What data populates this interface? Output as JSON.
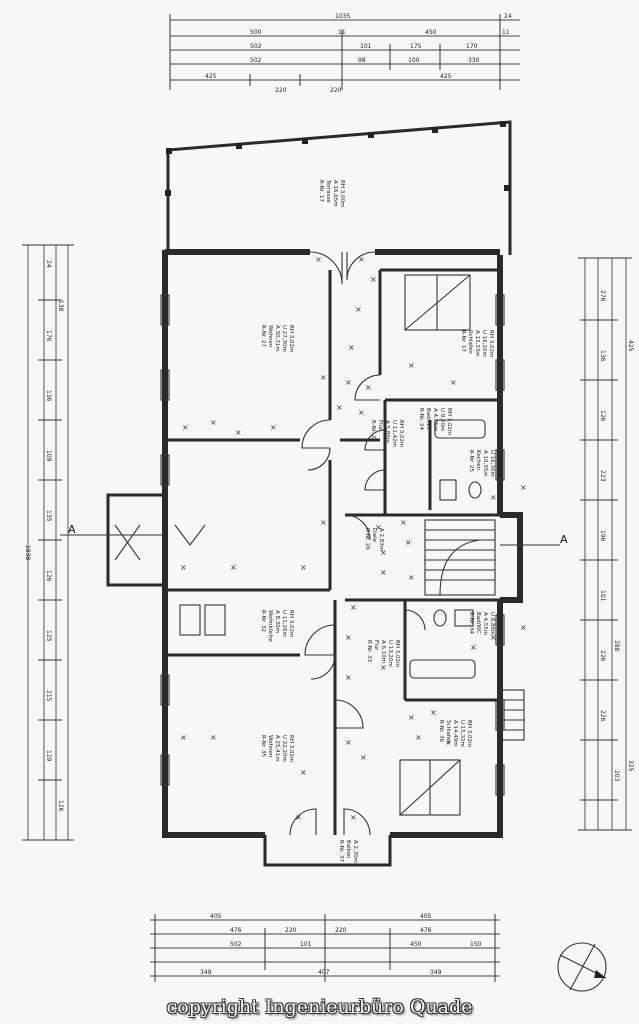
{
  "copyright": "copyright Ingenieurbüro Quade",
  "section_marker_left": "A",
  "section_marker_right": "A",
  "top_dimensions": {
    "row1": [
      "1035",
      "24"
    ],
    "row2": [
      "500",
      "11",
      "450",
      "11"
    ],
    "row3": [
      "502",
      "101",
      "175",
      "170"
    ],
    "row4": [
      "502",
      "98",
      "100",
      "330"
    ],
    "row5": [
      "425",
      "220",
      "220",
      "425"
    ]
  },
  "bottom_dimensions": {
    "row1": [
      "405",
      "405"
    ],
    "row2": [
      "476",
      "220",
      "220",
      "476"
    ],
    "row3": [
      "502",
      "101",
      "450",
      "150"
    ],
    "row4": [
      "349",
      "407",
      "349"
    ]
  },
  "left_dimensions": [
    "1838",
    "24",
    "176",
    "136",
    "109",
    "135",
    "126",
    "125",
    "215",
    "129",
    "138",
    "126"
  ],
  "right_dimensions": [
    "425",
    "276",
    "136",
    "126",
    "223",
    "196",
    "101",
    "288",
    "226",
    "226",
    "203",
    "325"
  ],
  "rooms": [
    {
      "id": "terrace",
      "lines": [
        "R-Nr. 17",
        "Terrasse",
        "A 16,65m",
        "RH 3,00m"
      ]
    },
    {
      "id": "wohnen",
      "lines": [
        "R-Nr. 27",
        "Wohnen",
        "A 30,31m",
        "U 27,30m",
        "RH 3,02m"
      ]
    },
    {
      "id": "schlafen-ne",
      "lines": [
        "R-Nr. 17",
        "Schlafen",
        "A 13,33m",
        "U 16,20m",
        "RH 3,02m"
      ]
    },
    {
      "id": "flur-top",
      "lines": [
        "R-Nr. 23",
        "Flur",
        "A 5,80m",
        "U 11,42m",
        "RH 3,02m"
      ]
    },
    {
      "id": "bad-top",
      "lines": [
        "R-Nr. 24",
        "Bad/WC",
        "A 4,65m",
        "U 9,20m",
        "RH 3,02m"
      ]
    },
    {
      "id": "kochen",
      "lines": [
        "R-Nr. 25",
        "Kochen",
        "A 10,35m",
        "U 16,30m",
        "RH 3,02m"
      ]
    },
    {
      "id": "diele",
      "lines": [
        "R-Nr. 26",
        "Diele",
        "A 2,83m"
      ]
    },
    {
      "id": "wohnkuche",
      "lines": [
        "R-Nr. 32",
        "Wohnküche",
        "A 8,30m",
        "U 11,26m",
        "RH 3,02m"
      ]
    },
    {
      "id": "flur-bottom",
      "lines": [
        "R-Nr. 33",
        "Flur",
        "A 6,10m",
        "U 13,20m",
        "RH 3,02m"
      ]
    },
    {
      "id": "bad-bottom",
      "lines": [
        "R-Nr. 34",
        "Bad/WC",
        "A 4,55m",
        "U 8,86m",
        "RH 3,02m"
      ]
    },
    {
      "id": "wohnen-sw",
      "lines": [
        "R-Nr. 35",
        "Wohnen",
        "A 25,41m",
        "U 22,20m",
        "RH 3,02m"
      ]
    },
    {
      "id": "schlafen-se",
      "lines": [
        "R-Nr. 36",
        "Schlafen",
        "A 14,49m",
        "U 15,32m",
        "RH 3,02m"
      ]
    },
    {
      "id": "balkon",
      "lines": [
        "R-Nr. 37",
        "Balkon",
        "A 2,30m"
      ]
    }
  ]
}
